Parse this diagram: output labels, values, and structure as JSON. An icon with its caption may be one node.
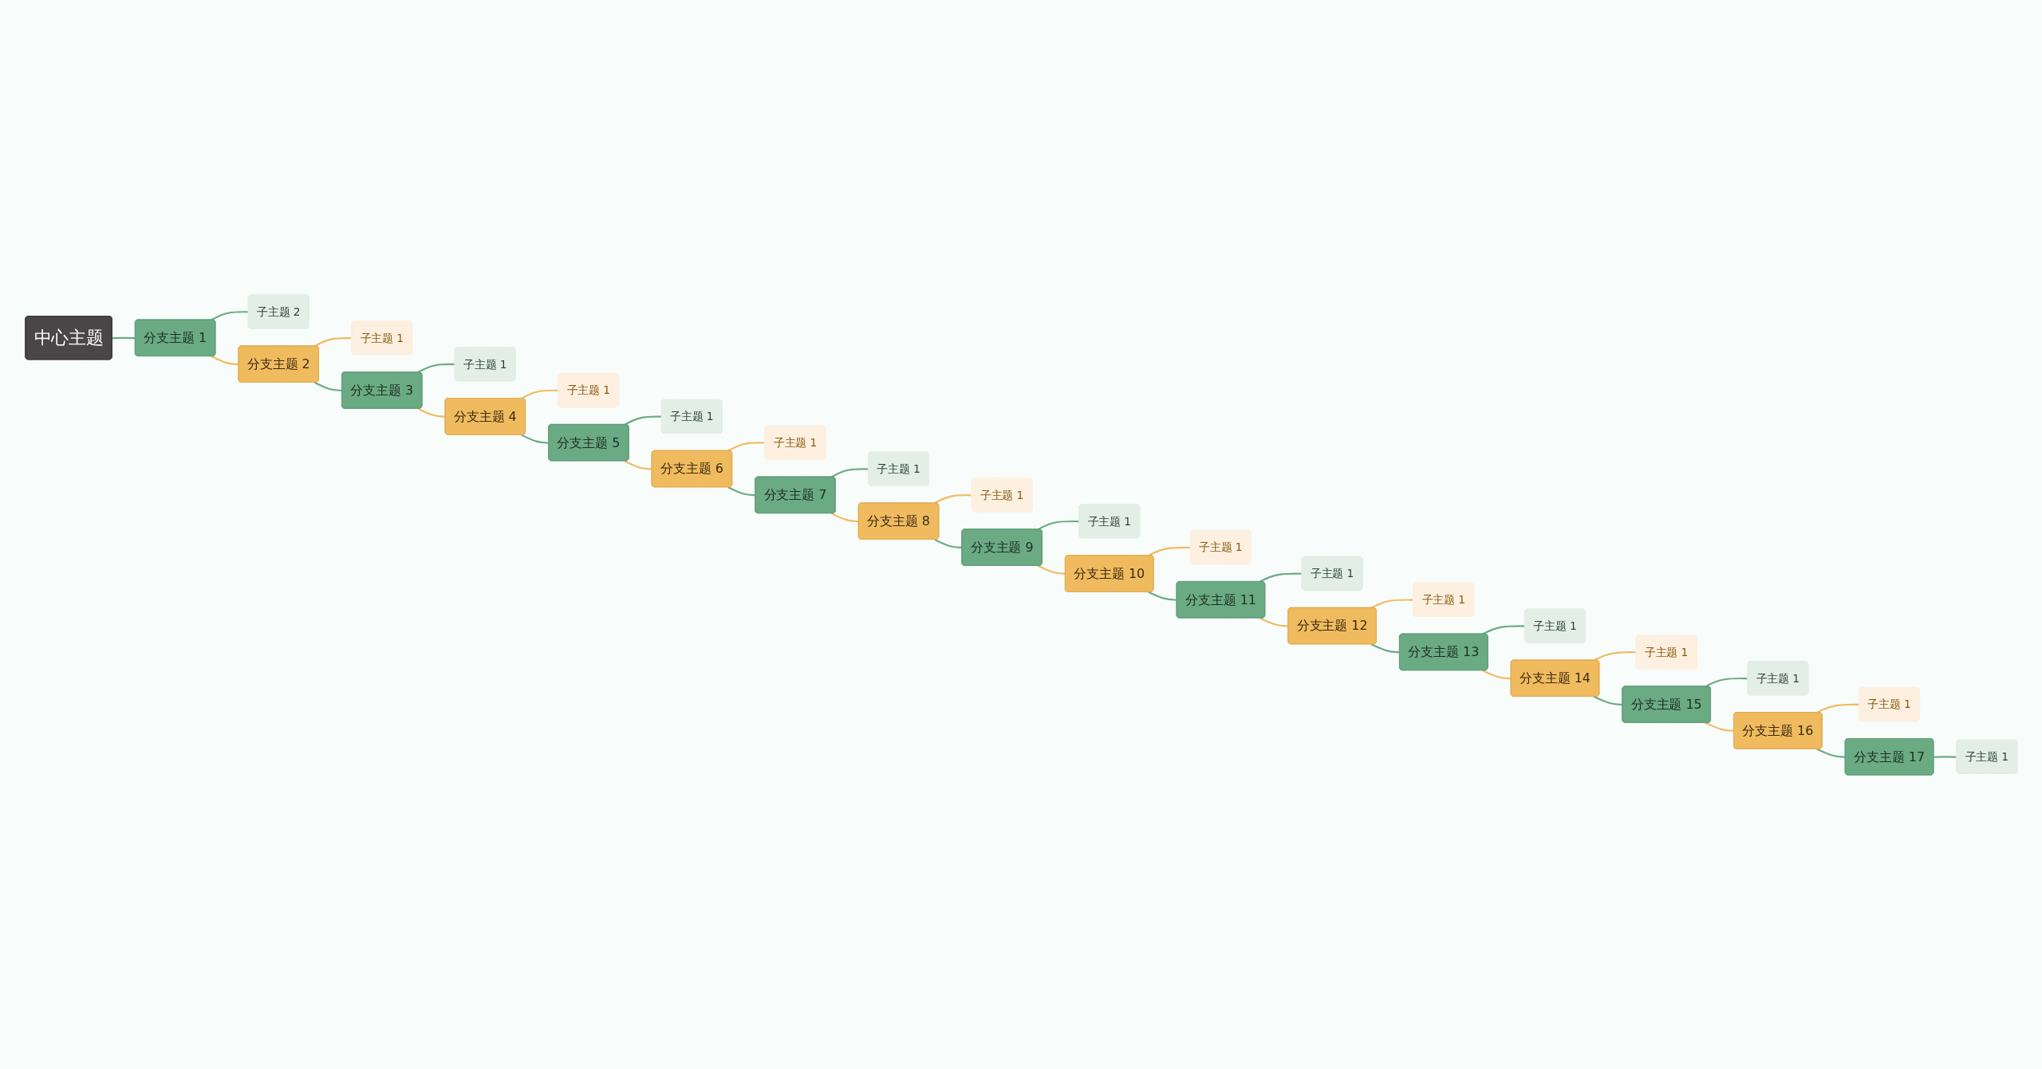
{
  "diagram": {
    "nodes": [
      {
        "text": [
          "中心主题"
        ]
      },
      {
        "text": [
          "分支主题 1"
        ]
      },
      {
        "text": [
          "子主题 2"
        ]
      },
      {
        "text": [
          "分支主题 2"
        ]
      },
      {
        "text": [
          "子主题 1"
        ]
      },
      {
        "text": [
          "分支主题 3"
        ]
      },
      {
        "text": [
          "子主题 1"
        ]
      },
      {
        "text": [
          "分支主题 4"
        ]
      },
      {
        "text": [
          "子主题 1"
        ]
      },
      {
        "text": [
          "分支主题 5"
        ]
      },
      {
        "text": [
          "子主题 1"
        ]
      },
      {
        "text": [
          "分支主题 6"
        ]
      },
      {
        "text": [
          "子主题 1"
        ]
      },
      {
        "text": [
          "分支主题 7"
        ]
      },
      {
        "text": [
          "子主题 1"
        ]
      },
      {
        "text": [
          "分支主题 8"
        ]
      },
      {
        "text": [
          "子主题 1"
        ]
      },
      {
        "text": [
          "分支主题 9"
        ]
      },
      {
        "text": [
          "子主题 1"
        ]
      },
      {
        "text": [
          "分支主题 10"
        ]
      },
      {
        "text": [
          "子主题 1"
        ]
      },
      {
        "text": [
          "分支主题 11"
        ]
      },
      {
        "text": [
          "子主题 1"
        ]
      },
      {
        "text": [
          "分支主题 12"
        ]
      },
      {
        "text": [
          "子主题 1"
        ]
      },
      {
        "text": [
          "分支主题 13"
        ]
      },
      {
        "text": [
          "子主题 1"
        ]
      },
      {
        "text": [
          "分支主题 14"
        ]
      },
      {
        "text": [
          "子主题 1"
        ]
      },
      {
        "text": [
          "分支主题 15"
        ]
      },
      {
        "text": [
          "子主题 1"
        ]
      },
      {
        "text": [
          "分支主题 16"
        ]
      },
      {
        "text": [
          "子主题 1"
        ]
      },
      {
        "text": [
          "分支主题 17"
        ]
      },
      {
        "text": [
          "子主题 1"
        ]
      }
    ],
    "edges": [
      {
        "from": 0,
        "to": 1,
        "arrow": "none",
        "color": "#6aab84"
      },
      {
        "from": 1,
        "to": 2,
        "arrow": "none",
        "color": "#6aab84"
      },
      {
        "from": 1,
        "to": 3,
        "arrow": "none",
        "color": "#f0bb5f"
      },
      {
        "from": 3,
        "to": 4,
        "arrow": "none",
        "color": "#f0bb5f"
      },
      {
        "from": 3,
        "to": 5,
        "arrow": "none",
        "color": "#6aab84"
      },
      {
        "from": 5,
        "to": 6,
        "arrow": "none",
        "color": "#6aab84"
      },
      {
        "from": 5,
        "to": 7,
        "arrow": "none",
        "color": "#f0bb5f"
      },
      {
        "from": 7,
        "to": 8,
        "arrow": "none",
        "color": "#f0bb5f"
      },
      {
        "from": 7,
        "to": 9,
        "arrow": "none",
        "color": "#6aab84"
      },
      {
        "from": 9,
        "to": 10,
        "arrow": "none",
        "color": "#6aab84"
      },
      {
        "from": 9,
        "to": 11,
        "arrow": "none",
        "color": "#f0bb5f"
      },
      {
        "from": 11,
        "to": 12,
        "arrow": "none",
        "color": "#f0bb5f"
      },
      {
        "from": 11,
        "to": 13,
        "arrow": "none",
        "color": "#6aab84"
      },
      {
        "from": 13,
        "to": 14,
        "arrow": "none",
        "color": "#6aab84"
      },
      {
        "from": 13,
        "to": 15,
        "arrow": "none",
        "color": "#f0bb5f"
      },
      {
        "from": 15,
        "to": 16,
        "arrow": "none",
        "color": "#f0bb5f"
      },
      {
        "from": 15,
        "to": 17,
        "arrow": "none",
        "color": "#6aab84"
      },
      {
        "from": 17,
        "to": 18,
        "arrow": "none",
        "color": "#6aab84"
      },
      {
        "from": 17,
        "to": 19,
        "arrow": "none",
        "color": "#f0bb5f"
      },
      {
        "from": 19,
        "to": 20,
        "arrow": "none",
        "color": "#f0bb5f"
      },
      {
        "from": 19,
        "to": 21,
        "arrow": "none",
        "color": "#6aab84"
      },
      {
        "from": 21,
        "to": 22,
        "arrow": "none",
        "color": "#6aab84"
      },
      {
        "from": 21,
        "to": 23,
        "arrow": "none",
        "color": "#f0bb5f"
      },
      {
        "from": 23,
        "to": 24,
        "arrow": "none",
        "color": "#f0bb5f"
      },
      {
        "from": 23,
        "to": 25,
        "arrow": "none",
        "color": "#6aab84"
      },
      {
        "from": 25,
        "to": 26,
        "arrow": "none",
        "color": "#6aab84"
      },
      {
        "from": 25,
        "to": 27,
        "arrow": "none",
        "color": "#f0bb5f"
      },
      {
        "from": 27,
        "to": 28,
        "arrow": "none",
        "color": "#f0bb5f"
      },
      {
        "from": 27,
        "to": 29,
        "arrow": "none",
        "color": "#6aab84"
      },
      {
        "from": 29,
        "to": 30,
        "arrow": "none",
        "color": "#6aab84"
      },
      {
        "from": 29,
        "to": 31,
        "arrow": "none",
        "color": "#f0bb5f"
      },
      {
        "from": 31,
        "to": 32,
        "arrow": "none",
        "color": "#f0bb5f"
      },
      {
        "from": 31,
        "to": 33,
        "arrow": "none",
        "color": "#6aab84"
      },
      {
        "from": 33,
        "to": 34,
        "arrow": "none",
        "color": "#6aab84"
      }
    ]
  }
}
